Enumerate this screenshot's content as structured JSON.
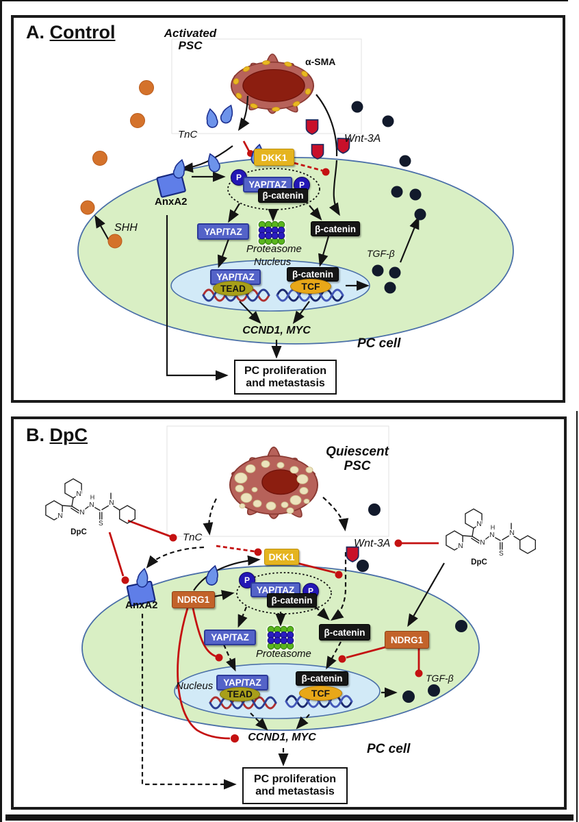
{
  "figure": {
    "panel_a": {
      "tag": "A.",
      "title": "Control",
      "psc_line1": "Activated",
      "psc_line2": "PSC",
      "alpha_sma": "α-SMA",
      "tnc": "TnC",
      "wnt3a": "Wnt-3A",
      "dkk1": "DKK1",
      "anxa2": "AnxA2",
      "shh": "SHH",
      "yap_taz": "YAP/TAZ",
      "b_catenin": "β-catenin",
      "phospho": "P",
      "proteasome": "Proteasome",
      "nucleus": "Nucleus",
      "tead": "TEAD",
      "tcf": "TCF",
      "tgf_beta": "TGF-β",
      "target_genes": "CCND1, MYC",
      "pc_cell": "PC cell",
      "outcome_line1": "PC proliferation",
      "outcome_line2": "and metastasis"
    },
    "panel_b": {
      "tag": "B.",
      "title": "DpC",
      "psc_line1": "Quiescent",
      "psc_line2": "PSC",
      "ndrg1": "NDRG1",
      "tnc": "TnC",
      "wnt3a": "Wnt-3A",
      "dkk1": "DKK1",
      "anxa2": "AnxA2",
      "yap_taz": "YAP/TAZ",
      "b_catenin": "β-catenin",
      "phospho": "P",
      "proteasome": "Proteasome",
      "nucleus": "Nucleus",
      "tead": "TEAD",
      "tcf": "TCF",
      "tgf_beta": "TGF-β",
      "target_genes": "CCND1, MYC",
      "pc_cell": "PC cell",
      "outcome_line1": "PC proliferation",
      "outcome_line2": "and metastasis"
    },
    "chem": {
      "n": "N",
      "h": "H",
      "s": "S",
      "label": "DpC"
    },
    "colors": {
      "cell_fill": "#d9efc4",
      "cell_stroke": "#4a6fa8",
      "nucleus_fill": "#d2eaf7",
      "yap_taz_bg": "#5463c8",
      "b_catenin_bg": "#161616",
      "dkk1_bg": "#e5b41f",
      "ndrg1_bg": "#c2632a",
      "tead_bg": "#a89f1a",
      "tcf_bg": "#e8a718",
      "phospho_bg": "#2317b5",
      "psc_body": "#b7625a",
      "psc_nucleus": "#8c1e10",
      "wnt_red": "#c8102a",
      "tnc_blue": "#6d93ea",
      "shh_orange": "#d4722b",
      "tgf_dot": "#121a2c",
      "inhibit_red": "#c41111"
    }
  }
}
